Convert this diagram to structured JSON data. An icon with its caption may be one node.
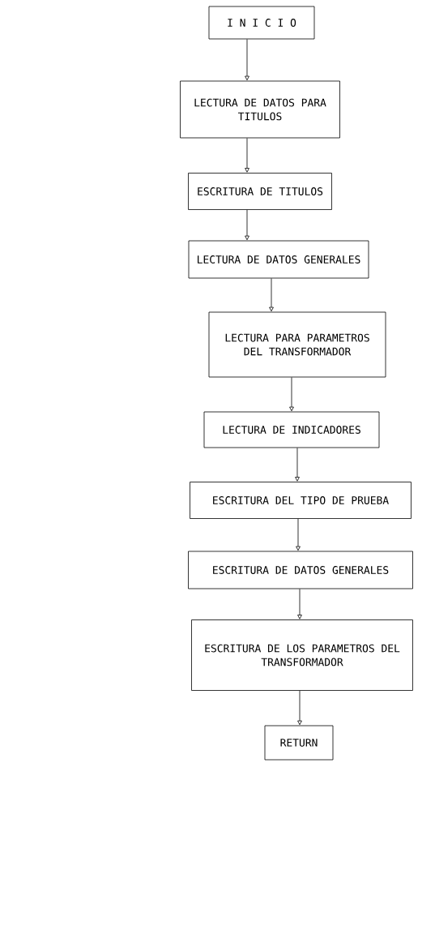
{
  "diagram": {
    "nodes": [
      {
        "text": [
          "I N I C I O"
        ]
      },
      {
        "text": [
          "LECTURA DE DATOS PARA TITULOS"
        ]
      },
      {
        "text": [
          "ESCRITURA DE TITULOS"
        ]
      },
      {
        "text": [
          "LECTURA DE DATOS GENERALES"
        ]
      },
      {
        "text": [
          "LECTURA PARA PARAMETROS DEL TRANSFORMADOR"
        ]
      },
      {
        "text": [
          "LECTURA DE INDICADORES"
        ]
      },
      {
        "text": [
          "ESCRITURA DEL TIPO DE PRUEBA"
        ]
      },
      {
        "text": [
          "ESCRITURA DE DATOS GENERALES"
        ]
      },
      {
        "text": [
          "ESCRITURA DE LOS PARAMETROS DEL TRANSFORMADOR"
        ]
      },
      {
        "text": [
          "RETURN"
        ]
      }
    ],
    "edges": [
      {
        "from": 0,
        "to": 1,
        "arrow": "to"
      },
      {
        "from": 1,
        "to": 2,
        "arrow": "to"
      },
      {
        "from": 2,
        "to": 3,
        "arrow": "to"
      },
      {
        "from": 3,
        "to": 4,
        "arrow": "to"
      },
      {
        "from": 4,
        "to": 5,
        "arrow": "to"
      },
      {
        "from": 5,
        "to": 6,
        "arrow": "to"
      },
      {
        "from": 6,
        "to": 7,
        "arrow": "to"
      },
      {
        "from": 7,
        "to": 8,
        "arrow": "to"
      },
      {
        "from": 8,
        "to": 9,
        "arrow": "to"
      }
    ]
  }
}
